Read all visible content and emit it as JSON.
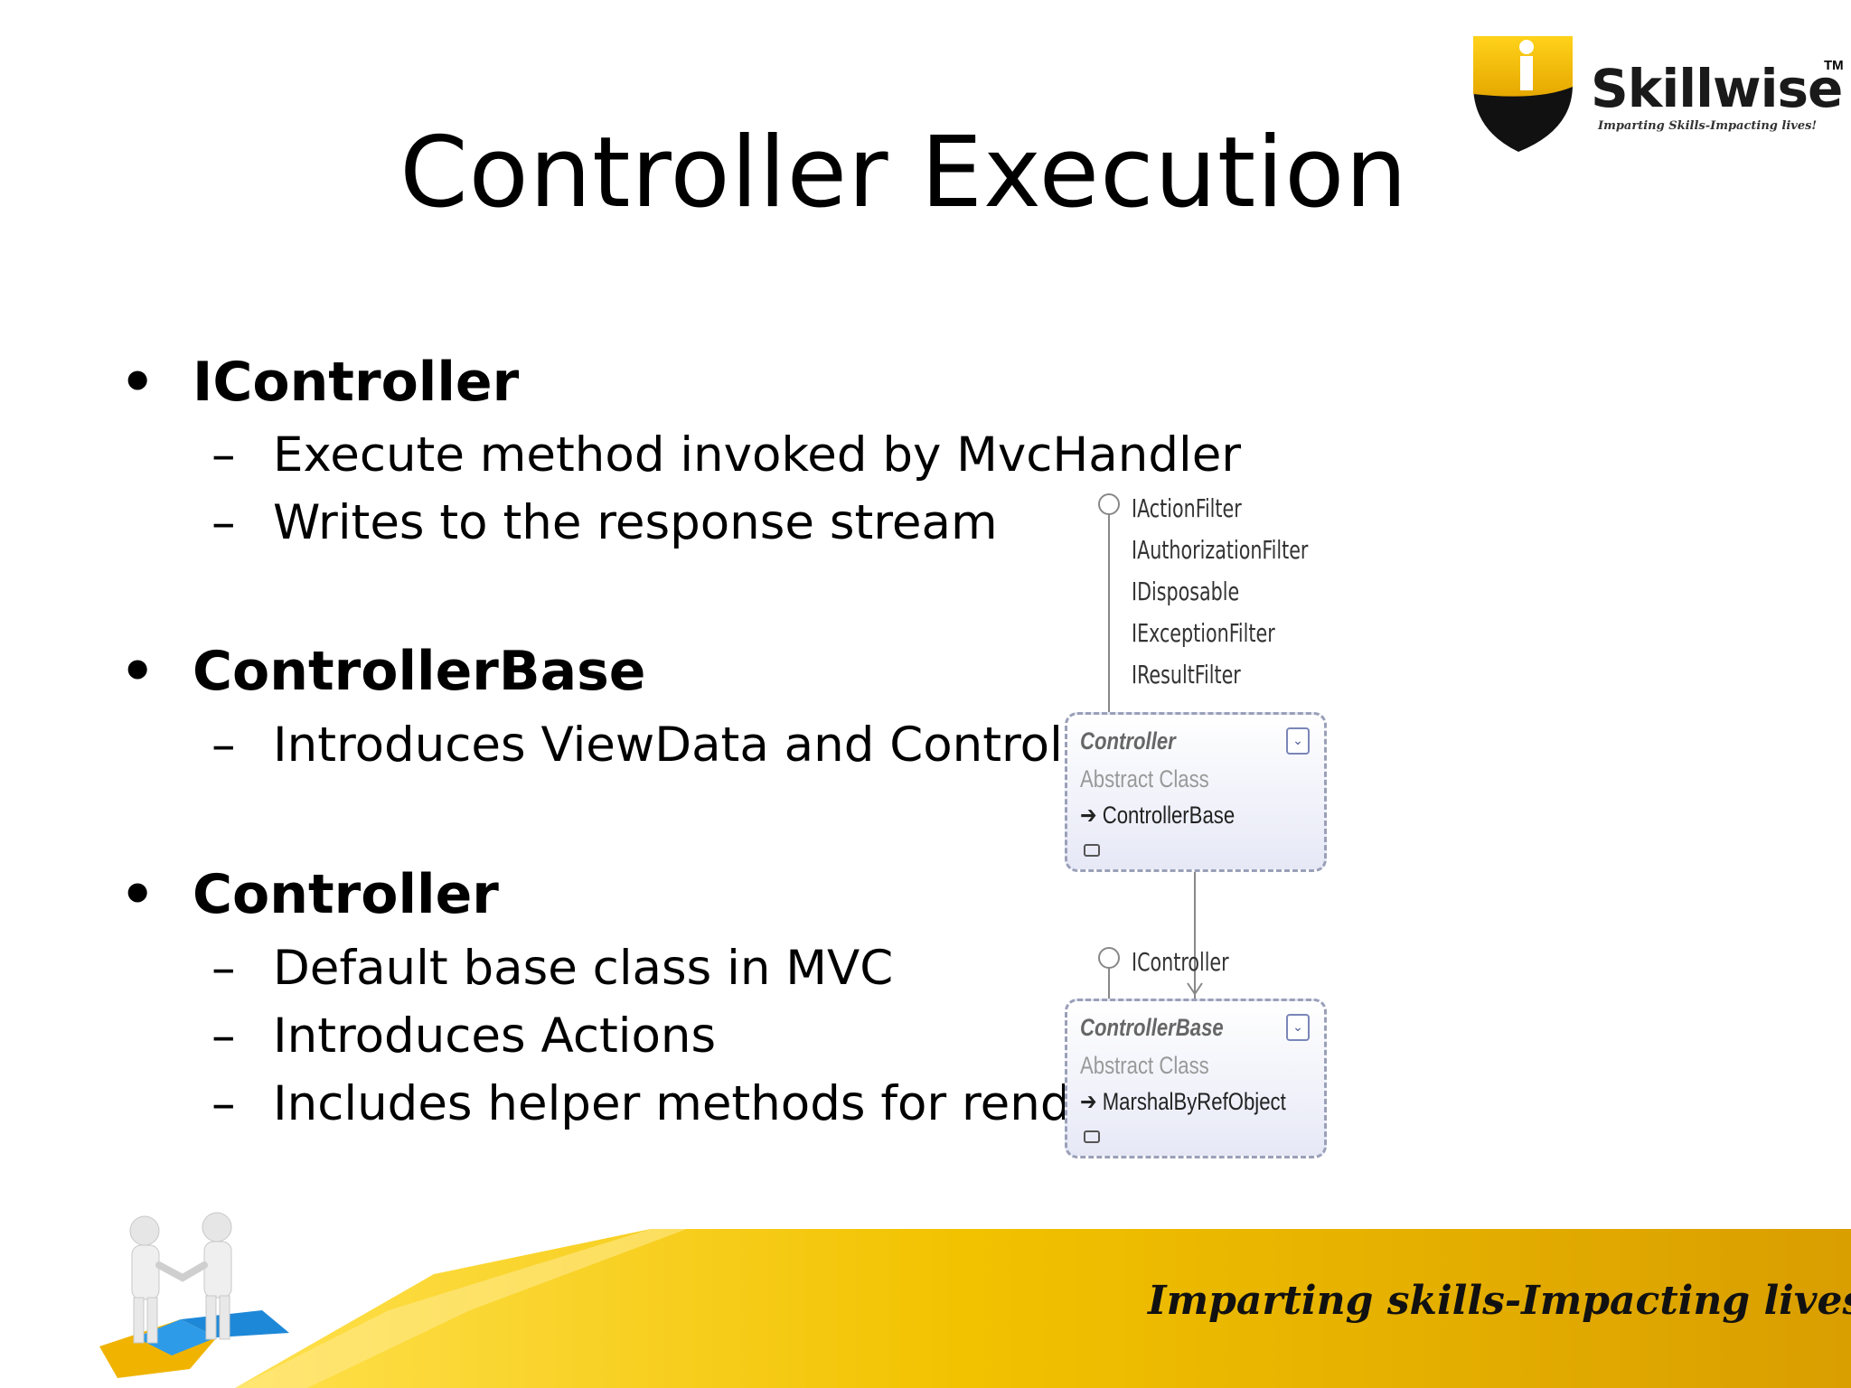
{
  "slide": {
    "title": "Controller Execution",
    "logo": {
      "name": "Skillwise",
      "tm": "TM",
      "tagline": "Imparting Skills-Impacting lives!"
    },
    "bullets": [
      {
        "marker": "•",
        "label": "IController",
        "subs": [
          {
            "marker": "–",
            "text": "Execute method invoked by MvcHandler"
          },
          {
            "marker": "–",
            "text": "Writes to the response stream"
          }
        ]
      },
      {
        "marker": "•",
        "label": "ControllerBase",
        "subs": [
          {
            "marker": "–",
            "text": "Introduces ViewData and Controlle"
          }
        ]
      },
      {
        "marker": "•",
        "label": "Controller",
        "subs": [
          {
            "marker": "–",
            "text": "Default base class in MVC"
          },
          {
            "marker": "–",
            "text": "Introduces Actions"
          },
          {
            "marker": "–",
            "text": "Includes helper methods for rende"
          }
        ]
      }
    ],
    "footer_slogan": "Imparting skills-Impacting lives!"
  },
  "diagram": {
    "controller_interfaces": [
      "IActionFilter",
      "IAuthorizationFilter",
      "IDisposable",
      "IExceptionFilter",
      "IResultFilter"
    ],
    "controller_box": {
      "name": "Controller",
      "kind": "Abstract Class",
      "base": "ControllerBase"
    },
    "controllerbase_interface": "IController",
    "controllerbase_box": {
      "name": "ControllerBase",
      "kind": "Abstract Class",
      "base": "MarshalByRefObject"
    }
  },
  "colors": {
    "footer_yellow": "#f2c200",
    "footer_orange": "#d9a000",
    "uml_border": "#9aa0b8",
    "logo_gold": "#f1b800"
  }
}
